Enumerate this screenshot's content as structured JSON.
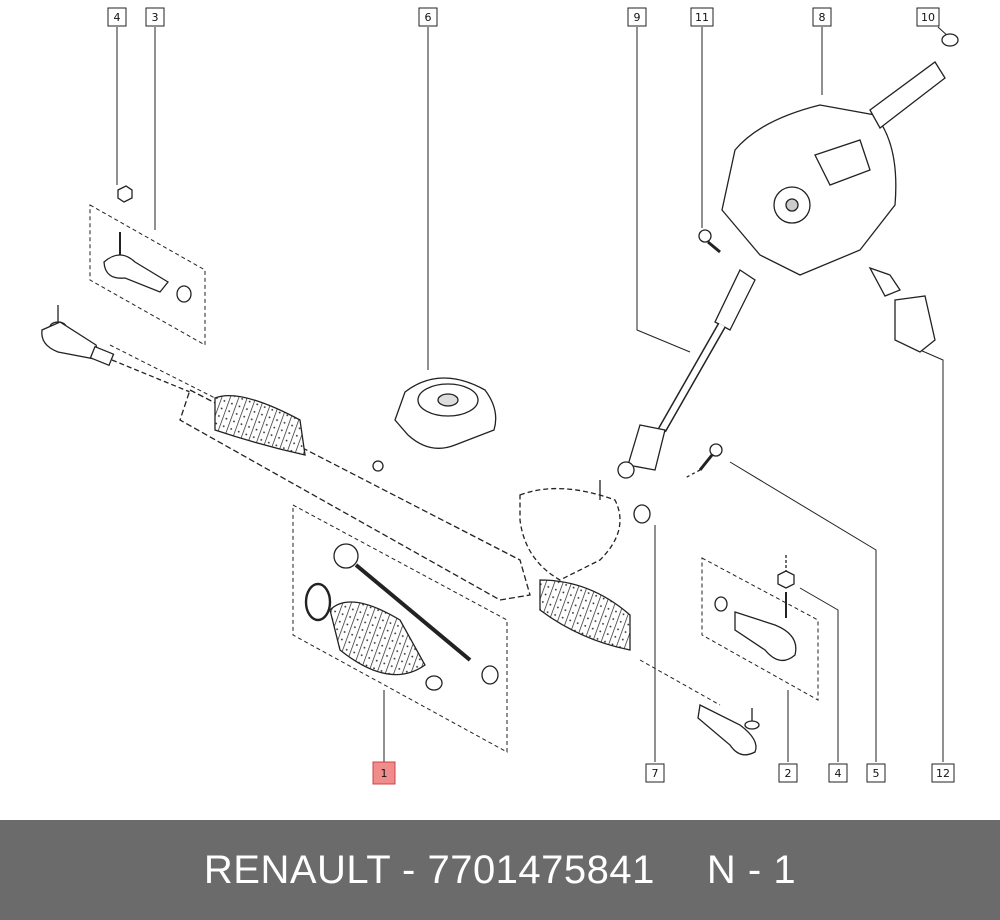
{
  "callouts": {
    "c1": "1",
    "c2": "2",
    "c3": "3",
    "c4a": "4",
    "c4b": "4",
    "c5": "5",
    "c6": "6",
    "c7": "7",
    "c8": "8",
    "c9": "9",
    "c10": "10",
    "c11": "11",
    "c12": "12"
  },
  "highlight_color": "#f08c8c",
  "footer": {
    "part_text": "RENAULT - 7701475841",
    "ref_text": "N - 1"
  }
}
